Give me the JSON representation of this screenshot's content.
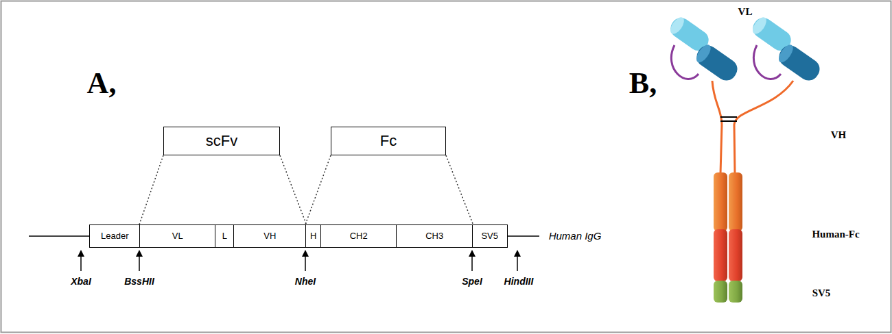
{
  "diagram": {
    "nodes": [
      {
        "text": [
          "scFv"
        ]
      },
      {
        "text": [
          "Fc"
        ]
      },
      {
        "text": [
          "Leader"
        ]
      },
      {
        "text": [
          "VL"
        ]
      },
      {
        "text": [
          "L"
        ]
      },
      {
        "text": [
          "VH"
        ]
      },
      {
        "text": [
          "H"
        ]
      },
      {
        "text": [
          "CH2"
        ]
      },
      {
        "text": [
          "CH3"
        ]
      },
      {
        "text": [
          "SV5"
        ]
      }
    ],
    "edges": [
      {
        "from": 0,
        "to": 3,
        "arrow": "none"
      },
      {
        "from": 0,
        "to": 5,
        "arrow": "none"
      },
      {
        "from": 1,
        "to": 6,
        "arrow": "none"
      },
      {
        "from": 1,
        "to": 8,
        "arrow": "none"
      }
    ],
    "labels": [
      "A,",
      "B,",
      "XbaI",
      "BssHII",
      "NheI",
      "SpeI",
      "HindIII",
      "Human IgG",
      "VL",
      "VH",
      "Human-Fc",
      "SV5"
    ]
  }
}
